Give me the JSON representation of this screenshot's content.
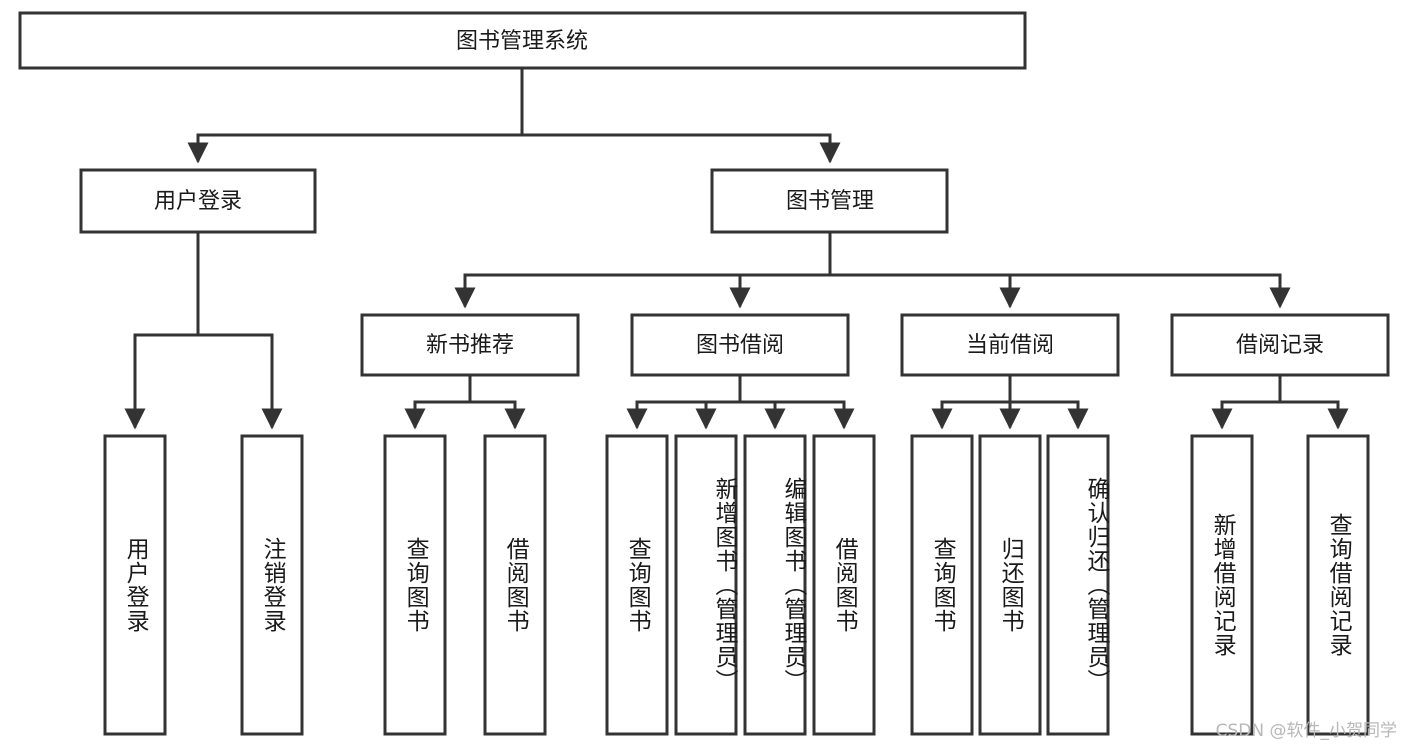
{
  "diagram": {
    "title": "图书管理系统",
    "watermark": "CSDN @软件_小贺同学",
    "type": "tree-hierarchy-diagram",
    "colors": {
      "box_stroke": "#333333",
      "box_fill": "#ffffff",
      "text": "#1a1a1a",
      "background": "#ffffff",
      "watermark": "#b8b8b8"
    },
    "root": {
      "label": "图书管理系统"
    },
    "level2": [
      {
        "label": "用户登录"
      },
      {
        "label": "图书管理"
      }
    ],
    "level3": [
      {
        "label": "新书推荐"
      },
      {
        "label": "图书借阅"
      },
      {
        "label": "当前借阅"
      },
      {
        "label": "借阅记录"
      }
    ],
    "leaves": [
      {
        "label": "用户登录",
        "parent": "用户登录"
      },
      {
        "label": "注销登录",
        "parent": "用户登录"
      },
      {
        "label": "查询图书",
        "parent": "新书推荐"
      },
      {
        "label": "借阅图书",
        "parent": "新书推荐"
      },
      {
        "label": "查询图书",
        "parent": "图书借阅"
      },
      {
        "label": "新增图书（管理员）",
        "parent": "图书借阅"
      },
      {
        "label": "编辑图书（管理员）",
        "parent": "图书借阅"
      },
      {
        "label": "借阅图书",
        "parent": "图书借阅"
      },
      {
        "label": "查询图书",
        "parent": "当前借阅"
      },
      {
        "label": "归还图书",
        "parent": "当前借阅"
      },
      {
        "label": "确认归还（管理员）",
        "parent": "当前借阅"
      },
      {
        "label": "新增借阅记录",
        "parent": "借阅记录"
      },
      {
        "label": "查询借阅记录",
        "parent": "借阅记录"
      }
    ]
  }
}
